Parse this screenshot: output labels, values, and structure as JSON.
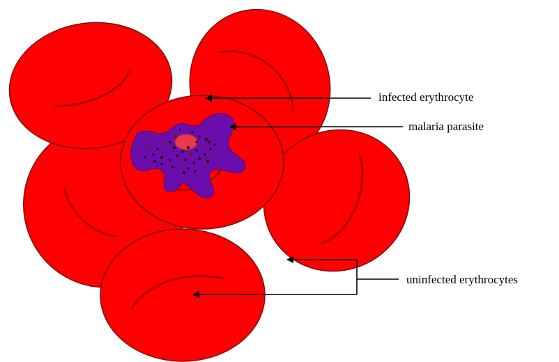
{
  "labels": {
    "infected": "infected erythrocyte",
    "parasite": "malaria parasite",
    "uninfected": "uninfected erythrocytes"
  },
  "colors": {
    "cell_fill": "#ff0000",
    "cell_stroke": "#7a1010",
    "cell_crease": "#b30000",
    "parasite_fill": "#6a0dad",
    "parasite_nucleus": "#e83a4a",
    "hemozoin_dots": "#3b0000",
    "arrow": "#000000"
  }
}
